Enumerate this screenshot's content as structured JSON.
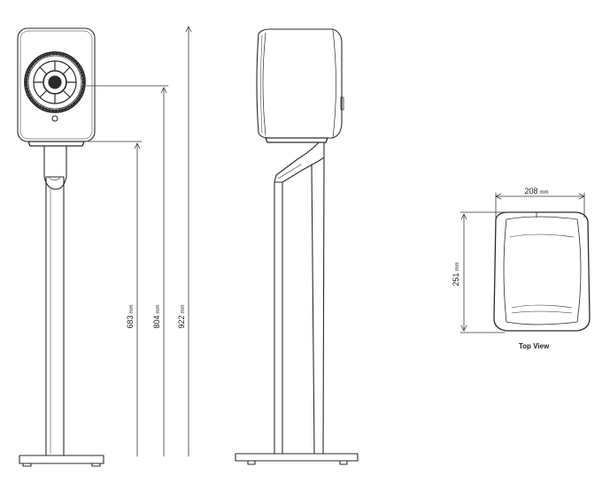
{
  "dimensions": {
    "height_683": {
      "value": "683",
      "unit": "mm"
    },
    "height_804": {
      "value": "804",
      "unit": "mm"
    },
    "height_922": {
      "value": "922",
      "unit": "mm"
    },
    "width_208": {
      "value": "208",
      "unit": "mm"
    },
    "depth_251": {
      "value": "251",
      "unit": "mm"
    }
  },
  "captions": {
    "top_view": "Top View"
  },
  "colors": {
    "line": "#2a2a2a",
    "ink": "#222222",
    "dim_line": "#3a3a3a"
  }
}
